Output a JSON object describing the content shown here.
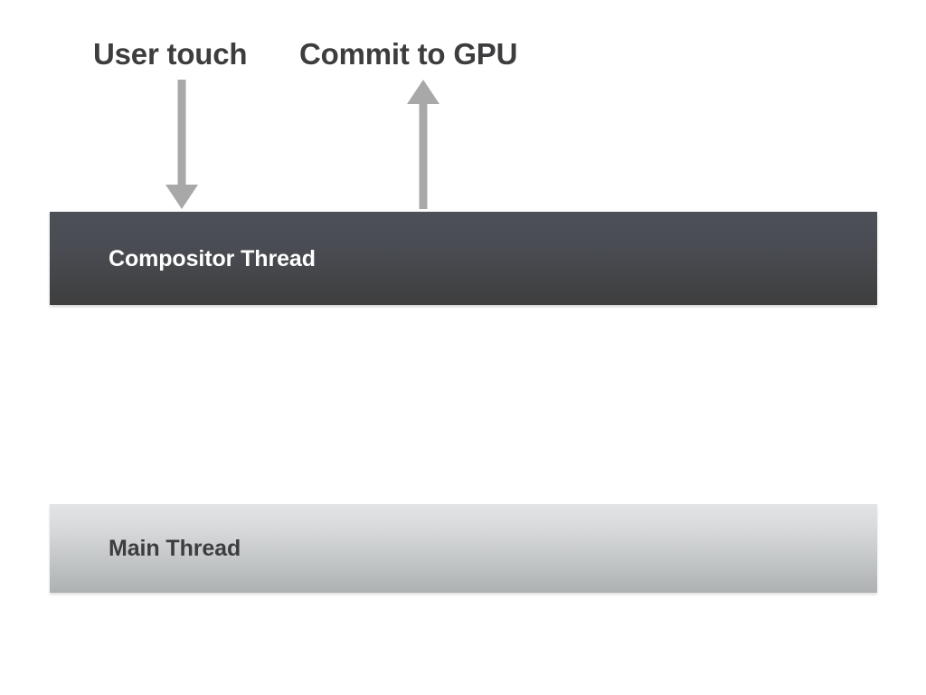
{
  "diagram": {
    "title_text_present": false,
    "background_color": "#ffffff",
    "callouts": [
      {
        "id": "user-touch",
        "label": "User touch",
        "text_color": "#3d3d3f",
        "arrow_direction": "down",
        "arrow_color": "#a8a8a8",
        "points_to": "Compositor Thread"
      },
      {
        "id": "commit-gpu",
        "label": "Commit to GPU",
        "text_color": "#3d3d3f",
        "arrow_direction": "up",
        "arrow_color": "#a8a8a8",
        "points_from": "Compositor Thread"
      }
    ],
    "lanes": [
      {
        "id": "compositor",
        "label": "Compositor Thread",
        "label_color": "#ffffff",
        "fill_top": "#4d5057",
        "fill_bottom": "#3e3e3e"
      },
      {
        "id": "main",
        "label": "Main Thread",
        "label_color": "#3d3d3f",
        "fill_top": "#e3e4e6",
        "fill_bottom": "#aeb1b2"
      }
    ]
  }
}
